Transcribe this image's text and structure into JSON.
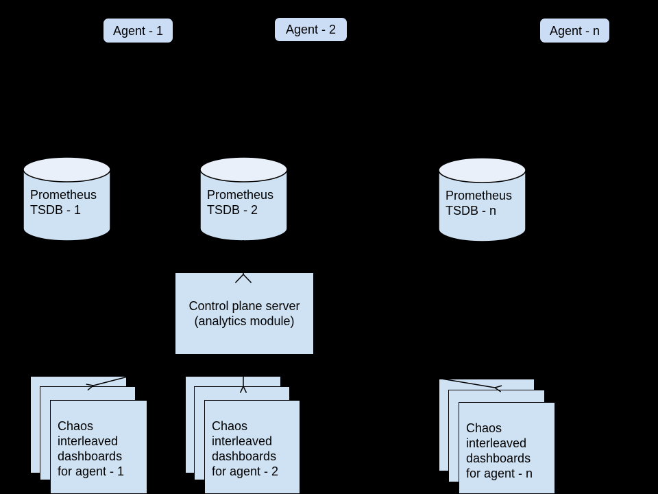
{
  "colors": {
    "background": "#000000",
    "shape-fill": "#cfe2f3",
    "agent-fill": "#cbdcf5",
    "cylinder-top-fill": "#eaf0f9",
    "outline": "#000000",
    "text": "#000000"
  },
  "agents": [
    {
      "label": "Agent - 1"
    },
    {
      "label": "Agent - 2"
    },
    {
      "label": "Agent - n"
    }
  ],
  "tsdbs": [
    {
      "lines": [
        "Prometheus",
        "TSDB - 1"
      ]
    },
    {
      "lines": [
        "Prometheus",
        "TSDB - 2"
      ]
    },
    {
      "lines": [
        "Prometheus",
        "TSDB - n"
      ]
    }
  ],
  "control_plane": {
    "lines": [
      "Control plane server",
      "(analytics module)"
    ]
  },
  "dashboards": [
    {
      "lines": [
        "Chaos",
        "interleaved",
        "dashboards",
        "for agent - 1"
      ]
    },
    {
      "lines": [
        "Chaos",
        "interleaved",
        "dashboards",
        "for agent - 2"
      ]
    },
    {
      "lines": [
        "Chaos",
        "interleaved",
        "dashboards",
        "for agent - n"
      ]
    }
  ]
}
